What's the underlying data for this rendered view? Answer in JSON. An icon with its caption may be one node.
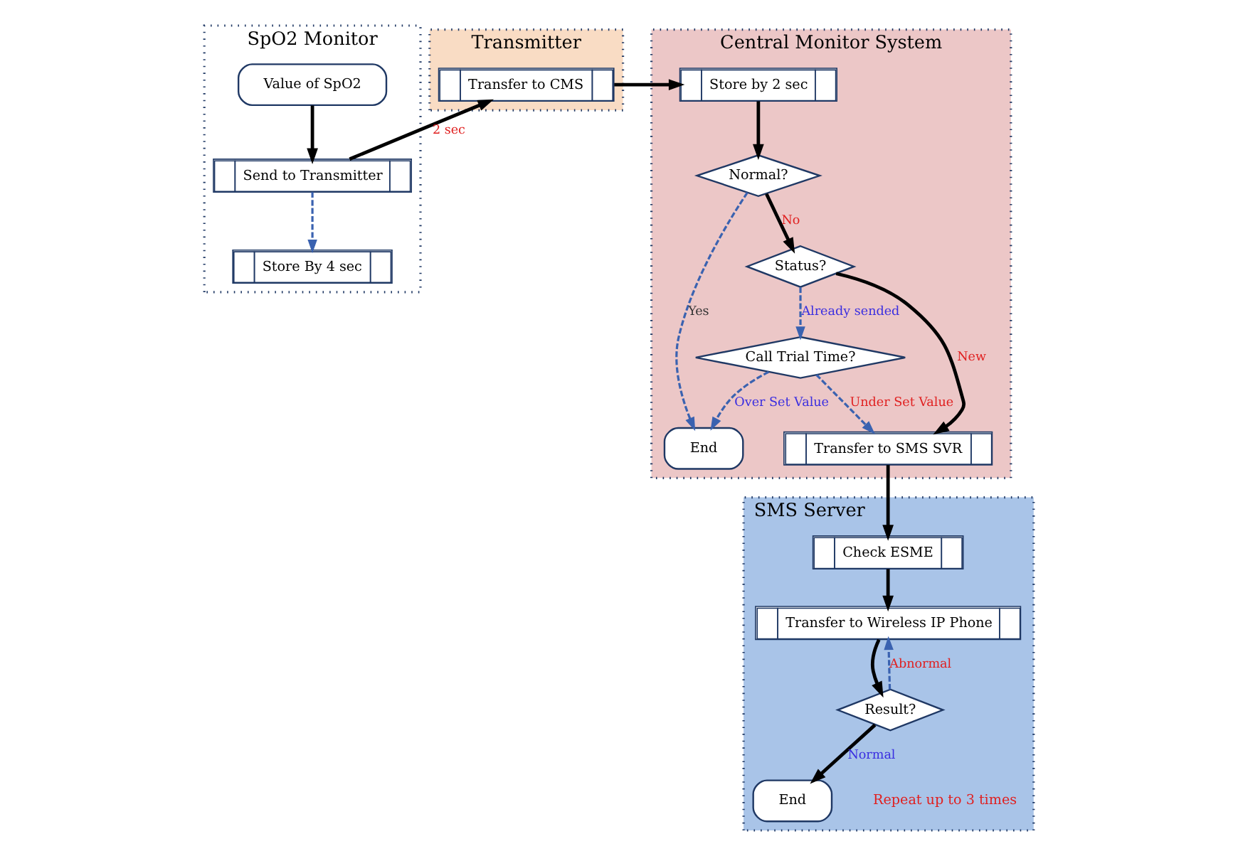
{
  "diagram": {
    "nodes": [
      {
        "text": [
          "SpO2 Monitor"
        ]
      },
      {
        "text": [
          "Value of SpO2"
        ],
        "in": 0
      },
      {
        "text": [
          "Send to Transmitter"
        ],
        "in": 0
      },
      {
        "text": [
          "Store By 4 sec"
        ],
        "in": 0
      },
      {
        "text": [
          "Transmitter"
        ]
      },
      {
        "text": [
          "Transfer to CMS"
        ],
        "in": 4
      },
      {
        "text": [
          "Central Monitor System"
        ]
      },
      {
        "text": [
          "Store by 2 sec"
        ],
        "in": 6
      },
      {
        "text": [
          "Normal?"
        ],
        "in": 6
      },
      {
        "text": [
          "End"
        ],
        "in": 6
      },
      {
        "text": [
          "Status?"
        ],
        "in": 6
      },
      {
        "text": [
          "Call Trial Time?"
        ],
        "in": 6
      },
      {
        "text": [
          "Transfer to SMS SVR"
        ],
        "in": 6
      },
      {
        "text": [
          "SMS Server"
        ]
      },
      {
        "text": [
          "Transfer to Wireless IP Phone"
        ],
        "in": 13
      },
      {
        "text": [
          "Result?"
        ],
        "in": 13
      },
      {
        "text": [
          "End"
        ],
        "in": 13
      },
      {
        "text": [
          "Check ESME"
        ],
        "in": 13
      }
    ],
    "edges": [
      {
        "from": 1,
        "to": 2,
        "arrow": "to"
      },
      {
        "from": 2,
        "to": 3,
        "arrow": "to",
        "style": "dashed",
        "color": "#3a62b0"
      },
      {
        "from": 2,
        "to": 5,
        "arrow": "to",
        "label": "2 sec"
      },
      {
        "from": 5,
        "to": 7,
        "arrow": "to"
      },
      {
        "from": 7,
        "to": 8,
        "arrow": "to"
      },
      {
        "from": 8,
        "to": 9,
        "arrow": "to",
        "label": "Yes",
        "style": "dashed",
        "color": "#3a62b0"
      },
      {
        "from": 8,
        "to": 10,
        "arrow": "to",
        "label": "No"
      },
      {
        "from": 10,
        "to": 12,
        "arrow": "to",
        "label": "New"
      },
      {
        "from": 10,
        "to": 11,
        "arrow": "to",
        "label": "Already sended",
        "style": "dashed",
        "color": "#3a62b0"
      },
      {
        "from": 11,
        "to": 9,
        "arrow": "to",
        "label": "Over Set Value",
        "style": "dashed",
        "color": "#3a62b0"
      },
      {
        "from": 11,
        "to": 12,
        "arrow": "to",
        "label": "Under Set Value",
        "style": "dashed",
        "color": "#3a62b0"
      },
      {
        "from": 12,
        "to": 17,
        "arrow": "to"
      },
      {
        "from": 17,
        "to": 14,
        "arrow": "to"
      },
      {
        "from": 14,
        "to": 15,
        "arrow": "to"
      },
      {
        "from": 15,
        "to": 14,
        "arrow": "to",
        "label": "Abnormal",
        "style": "dashed",
        "color": "#3a62b0"
      },
      {
        "from": 15,
        "to": 16,
        "arrow": "to",
        "label": "Normal"
      }
    ],
    "labels": [
      "Repeat up to 3 times"
    ]
  }
}
